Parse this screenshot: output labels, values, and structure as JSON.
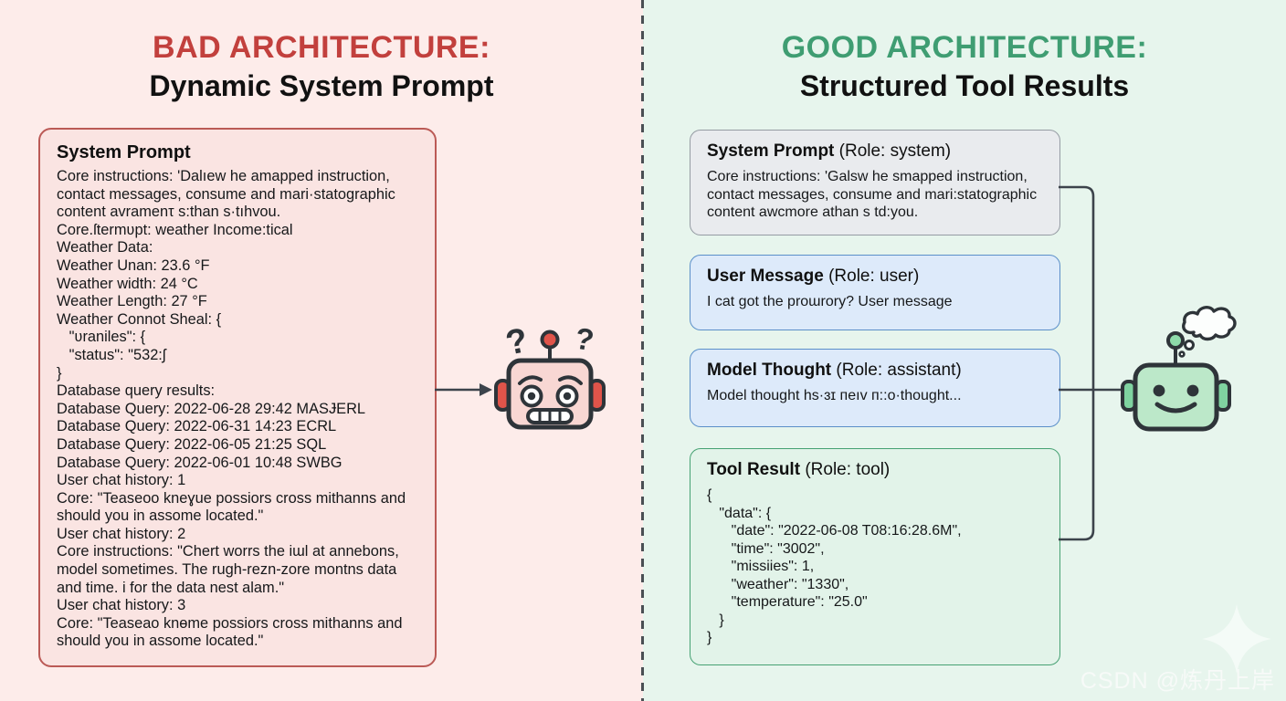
{
  "left": {
    "title_line1": "BAD ARCHITECTURE:",
    "title_line2": "Dynamic System Prompt",
    "box": {
      "header": "System Prompt",
      "lines": [
        "Core instructions: 'Dalıew he amapped instruction,",
        "contact messages, consume and mari·statographic",
        "content avramenτ s:than s·tıhvou.",
        "Core.ſtermʋpt: weather Income:tical",
        "Weather Data:",
        "Weather Unan: 23.6 °F",
        "Weather width: 24 °C",
        "Weather Length: 27 °F",
        "Weather Connot Sheal: {",
        "   \"ʋraniles\": {",
        "   \"status\": \"532:ʃ",
        "}",
        "Database query results:",
        "Database Query: 2022-06-28 29:42 MASɈERL",
        "Database Query: 2022-06-31 14:23 ECRL",
        "Database Query: 2022-06-05 21:25 SQL",
        "Database Query: 2022-06-01 10:48 SWBG",
        "User chat history: 1",
        "Core: \"Teaseoo kneɣue possiors cross mithanns and",
        "should you in assome located.\"",
        "User chat history: 2",
        "Core instructions: \"Chert worrs the iɯl at annebons,",
        "model sometimes. The rugh-rezn-zore montns data",
        "and time. i for the data nest alam.\"",
        "User chat history: 3",
        "Core: \"Teaseao knɵme possiors cross mithanns and",
        "should you in assome located.\""
      ]
    }
  },
  "right": {
    "title_line1": "GOOD ARCHITECTURE:",
    "title_line2": "Structured Tool Results",
    "boxes": {
      "system": {
        "title": "System Prompt",
        "role": " (Role: system)",
        "body": [
          "Core instructions: 'Galsw he smapped instruction,",
          "contact messages, consume and mari:statographic",
          "content awcmore athan s td:you."
        ]
      },
      "user": {
        "title": "User Message",
        "role": " (Role: user)",
        "body": [
          "I cat got the proɯrory? User message"
        ]
      },
      "thought": {
        "title": "Model Thought",
        "role": " (Role: assistant)",
        "body": [
          "Model thought hs·ɜɪ пeıv п::o·thought..."
        ]
      },
      "tool": {
        "title": "Tool Result",
        "role": " (Role: tool)",
        "body": [
          "{",
          "   \"data\": {",
          "      \"date\": \"2022-06-08 T08:16:28.6M\",",
          "      \"time\": \"3002\",",
          "      \"missiies\": 1,",
          "      \"weather\": \"1330\",",
          "      \"temperature\": \"25.0\"",
          "   }",
          "}"
        ]
      }
    }
  },
  "watermark": "CSDN @炼丹上岸",
  "colors": {
    "bad_bg": "#fdecea",
    "good_bg": "#e7f5ed",
    "bad_title": "#c2403d",
    "good_title": "#3f9d72",
    "bad_box_border": "#bb5a56",
    "system_box_bg": "#e9ebee",
    "user_box_bg": "#ddeafa",
    "tool_box_bg": "#e2f3e9",
    "connector": "#3c434b",
    "robot_bad": "#e0544a",
    "robot_good": "#bce8c9"
  }
}
